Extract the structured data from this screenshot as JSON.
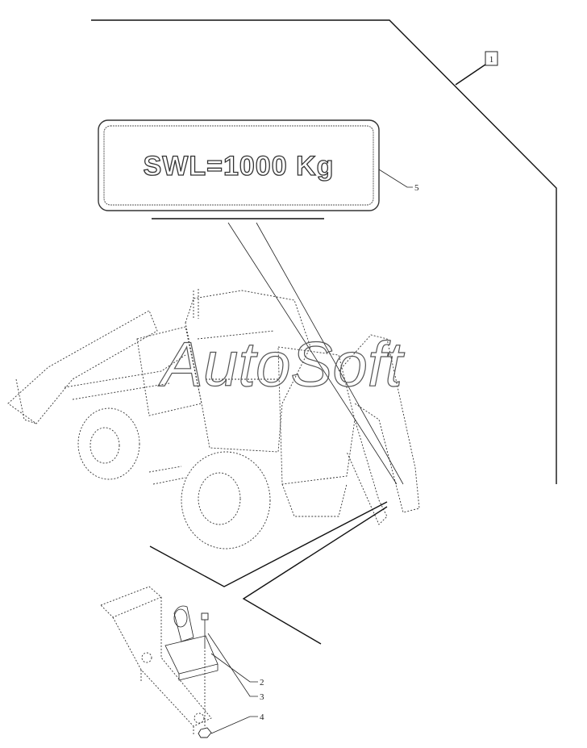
{
  "diagram": {
    "decal_text": "SWL=1000 Kg",
    "watermark": "AutoSoft",
    "callouts": {
      "main_assembly": "1",
      "bracket": "2",
      "bolt": "3",
      "nut": "4",
      "decal": "5"
    }
  }
}
